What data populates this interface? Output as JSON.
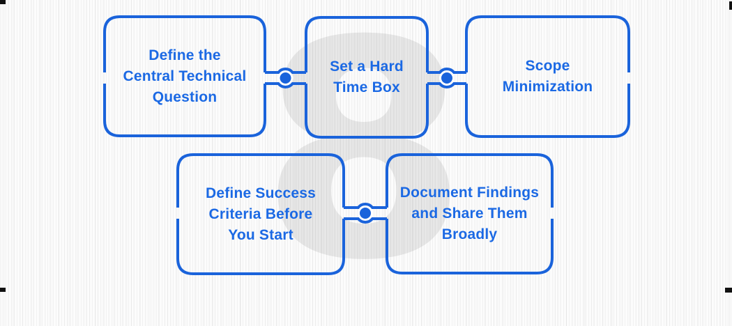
{
  "diagram": {
    "title": "",
    "watermark_glyph": "8",
    "colors": {
      "line_blue": "#1a63db",
      "text_blue": "#1b69e4",
      "watermark_gray": "#e4e4e4",
      "background": "#fcfcfc"
    },
    "steps": [
      {
        "id": 1,
        "label": "Define the\nCentral Technical\nQuestion"
      },
      {
        "id": 2,
        "label": "Set a Hard\nTime Box"
      },
      {
        "id": 3,
        "label": "Scope\nMinimization"
      },
      {
        "id": 4,
        "label": "Define Success\nCriteria Before\nYou Start"
      },
      {
        "id": 5,
        "label": "Document Findings\nand Share Them\nBroadly"
      }
    ],
    "connections": [
      {
        "from": 1,
        "to": 2
      },
      {
        "from": 2,
        "to": 3
      },
      {
        "from": 4,
        "to": 5
      }
    ]
  }
}
